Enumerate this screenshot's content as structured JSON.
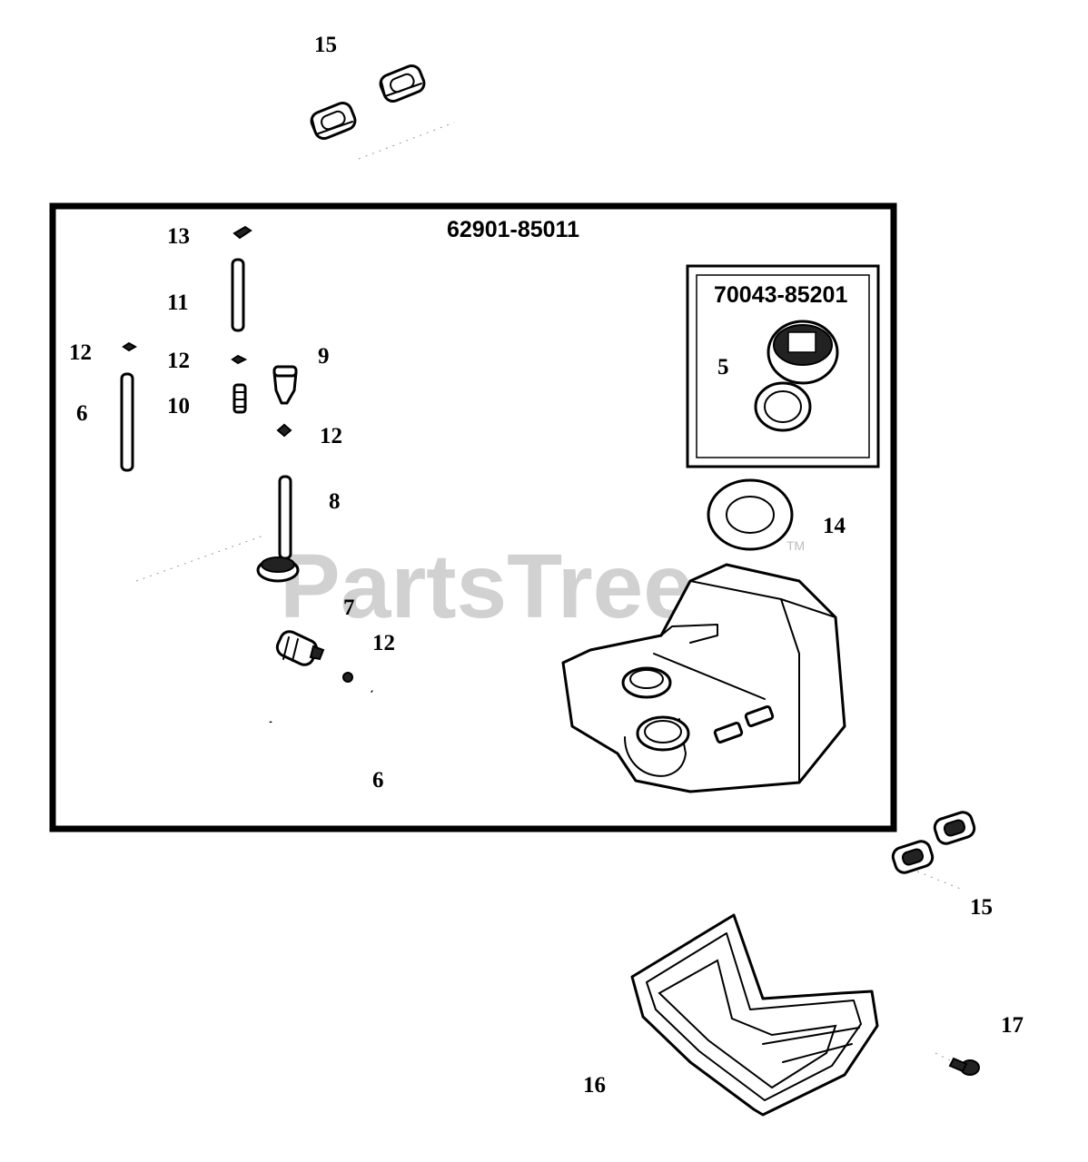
{
  "watermark": {
    "text": "PartsTree",
    "tm": "TM"
  },
  "kit_numbers": {
    "main_kit": "62901-85011",
    "cap_kit": "70043-85201"
  },
  "callouts": [
    {
      "id": "c15a",
      "text": "15"
    },
    {
      "id": "c13",
      "text": "13"
    },
    {
      "id": "c11",
      "text": "11"
    },
    {
      "id": "c12a",
      "text": "12"
    },
    {
      "id": "c12b",
      "text": "12"
    },
    {
      "id": "c9",
      "text": "9"
    },
    {
      "id": "c6a",
      "text": "6"
    },
    {
      "id": "c10",
      "text": "10"
    },
    {
      "id": "c12c",
      "text": "12"
    },
    {
      "id": "c5",
      "text": "5"
    },
    {
      "id": "c8",
      "text": "8"
    },
    {
      "id": "c14",
      "text": "14"
    },
    {
      "id": "c7",
      "text": "7"
    },
    {
      "id": "c12d",
      "text": "12"
    },
    {
      "id": "c6b",
      "text": "6"
    },
    {
      "id": "c15b",
      "text": "15"
    },
    {
      "id": "c17",
      "text": "17"
    },
    {
      "id": "c16",
      "text": "16"
    }
  ]
}
